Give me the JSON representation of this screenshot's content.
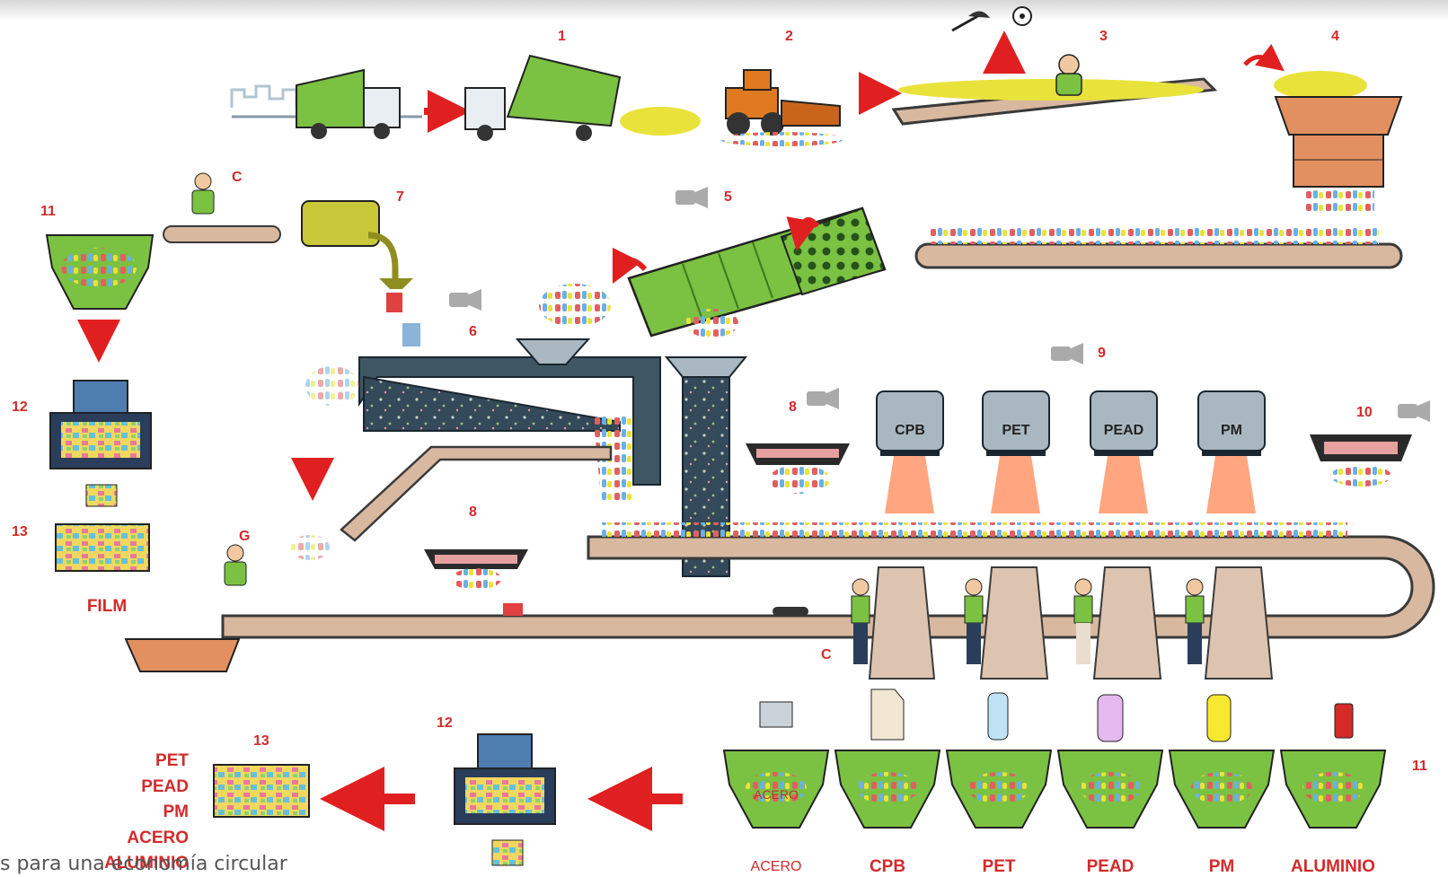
{
  "caption": "s para una economía circular",
  "step_labels": {
    "s1": "1",
    "s2": "2",
    "s3": "3",
    "s4": "4",
    "s5": "5",
    "s6": "6",
    "s7": "7",
    "s8a": "8",
    "s8b": "8",
    "s9": "9",
    "s10": "10",
    "s11a": "11",
    "s11b": "11",
    "s12a": "12",
    "s12b": "12",
    "s13a": "13",
    "s13b": "13",
    "c1": "C",
    "c2": "C",
    "g": "G"
  },
  "film_label": "FILM",
  "machines": [
    "CPB",
    "PET",
    "PEAD",
    "PM"
  ],
  "bins": [
    "ACERO",
    "CPB",
    "PET",
    "PEAD",
    "PM",
    "ALUMINIO"
  ],
  "bin_inner_label": "ACERO",
  "output_list": [
    "PET",
    "PEAD",
    "PM",
    "ACERO",
    "ALUMINIO"
  ],
  "colors": {
    "label_red": "#d42a2a",
    "arrow_red": "#e02020",
    "belt": "#d9b8a0",
    "belt_edge": "#3a3a3a",
    "green": "#7bc142",
    "green_dark": "#3d7a1c",
    "steel": "#3f5663",
    "steel_light": "#a9b8c0",
    "hopper_orange": "#e39060",
    "yellow_trash": "#e9e23a"
  }
}
